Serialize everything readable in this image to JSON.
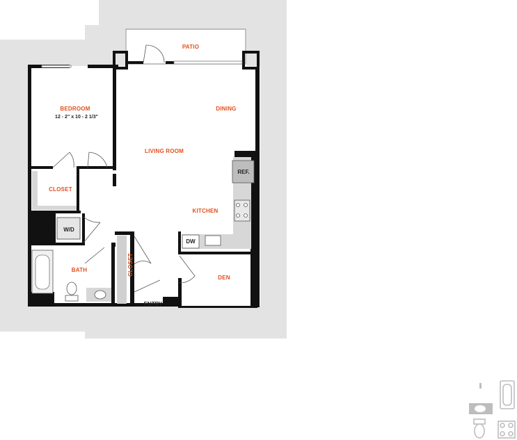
{
  "colors": {
    "label_accent": "#e0501f",
    "wall": "#111111",
    "exterior_shade": "#e3e3e3",
    "fixture_fill": "#cfcfcf",
    "legend_icon": "#bdbdbd"
  },
  "rooms": {
    "patio": "PATIO",
    "bedroom": "BEDROOM",
    "bedroom_dimensions": "12 - 2\" x 10 - 2 1/3\"",
    "dining": "DINING",
    "living_room": "LIVING ROOM",
    "closet_bedroom": "CLOSET",
    "kitchen": "KITCHEN",
    "bath": "BATH",
    "closet_entry": "CLOSET",
    "den": "DEN",
    "entry": "ENTRY"
  },
  "fixtures": {
    "refrigerator": "REF.",
    "washer_dryer": "W/D",
    "dishwasher": "DW"
  },
  "legend": [
    "bathtub-icon",
    "sink-icon",
    "toilet-icon",
    "range-icon"
  ]
}
